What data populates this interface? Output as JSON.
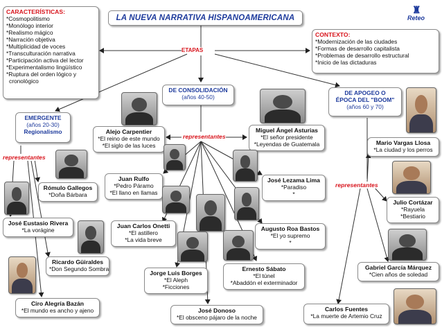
{
  "title": "LA NUEVA NARRATIVA HISPANOAMERICANA",
  "logo_text": "Reteo",
  "etapas_label": "ETAPAS",
  "representantes_label": "representantes",
  "caracteristicas": {
    "title": "CARACTERÍSTICAS:",
    "items": [
      "*Cosmopolitismo",
      "*Monólogo interior",
      "*Realismo mágico",
      "*Narración objetiva",
      "*Multiplicidad de voces",
      "*Transculturación narrativa",
      "*Participación activa del lector",
      "*Experimentalismo lingüístico",
      "*Ruptura del orden lógico y",
      "  cronológico"
    ]
  },
  "contexto": {
    "title": "CONTEXTO:",
    "items": [
      "*Modernización de las ciudades",
      "*Formas de desarrollo capitalista",
      "*Problemas de desarrollo estructural",
      "*Inicio de las dictaduras"
    ]
  },
  "etapas": {
    "emergente": {
      "name": "EMERGENTE",
      "years": "(años 20-30)",
      "sub": "Regionalismo"
    },
    "consolidacion": {
      "name": "DE CONSOLIDACIÓN",
      "years": "(años 40-50)"
    },
    "boom": {
      "name1": "DE APOGEO O",
      "name2": "ÉPOCA DEL \"BOOM\"",
      "years": "(años 60 y 70)"
    }
  },
  "authors": {
    "gallegos": {
      "name": "Rómulo Gallegos",
      "works": [
        "*Doña Bárbara"
      ]
    },
    "rivera": {
      "name": "José Eustasio Rivera",
      "works": [
        "*La vorágine"
      ]
    },
    "guiraldes": {
      "name": "Ricardo Güiraldes",
      "works": [
        "*Don Segundo Sombra"
      ]
    },
    "alegria": {
      "name": "Ciro Alegría Bazán",
      "works": [
        "*El mundo es ancho y ajeno"
      ]
    },
    "carpentier": {
      "name": "Alejo Carpentier",
      "works": [
        "*El reino de este mundo",
        "*El siglo de las luces"
      ]
    },
    "asturias": {
      "name": "Miguel Ángel Asturias",
      "works": [
        "*El señor presidente",
        "*Leyendas de Guatemala"
      ]
    },
    "rulfo": {
      "name": "Juan Rulfo",
      "works": [
        "*Pedro Páramo",
        "*El llano en llamas"
      ]
    },
    "lezama": {
      "name": "José Lezama Lima",
      "works": [
        "*Paradiso",
        "*"
      ]
    },
    "onetti": {
      "name": "Juan Carlos Onetti",
      "works": [
        "*El astillero",
        "*La vida breve"
      ]
    },
    "roa": {
      "name": "Augusto Roa Bastos",
      "works": [
        "*El yo supremo",
        "*"
      ]
    },
    "borges": {
      "name": "Jorge Luis Borges",
      "works": [
        "*El Aleph",
        "*Ficciones"
      ]
    },
    "sabato": {
      "name": "Ernesto Sábato",
      "works": [
        "*El túnel",
        "*Abaddón el exterminador"
      ]
    },
    "donoso": {
      "name": "José Donoso",
      "works": [
        "*El obsceno pájaro de la noche"
      ]
    },
    "vargas": {
      "name": "Mario Vargas Llosa",
      "works": [
        "*La ciudad y los perros"
      ]
    },
    "cortazar": {
      "name": "Julio Cortázar",
      "works": [
        "*Rayuela",
        "*Bestiario"
      ]
    },
    "garcia": {
      "name": "Gabriel García Márquez",
      "works": [
        "*Cien años de soledad"
      ]
    },
    "fuentes": {
      "name": "Carlos Fuentes",
      "works": [
        "*La muerte de Artemio Cruz"
      ]
    }
  },
  "colors": {
    "title_blue": "#1d3a9c",
    "accent_red": "#d8151d",
    "border": "#8a8a8a"
  }
}
